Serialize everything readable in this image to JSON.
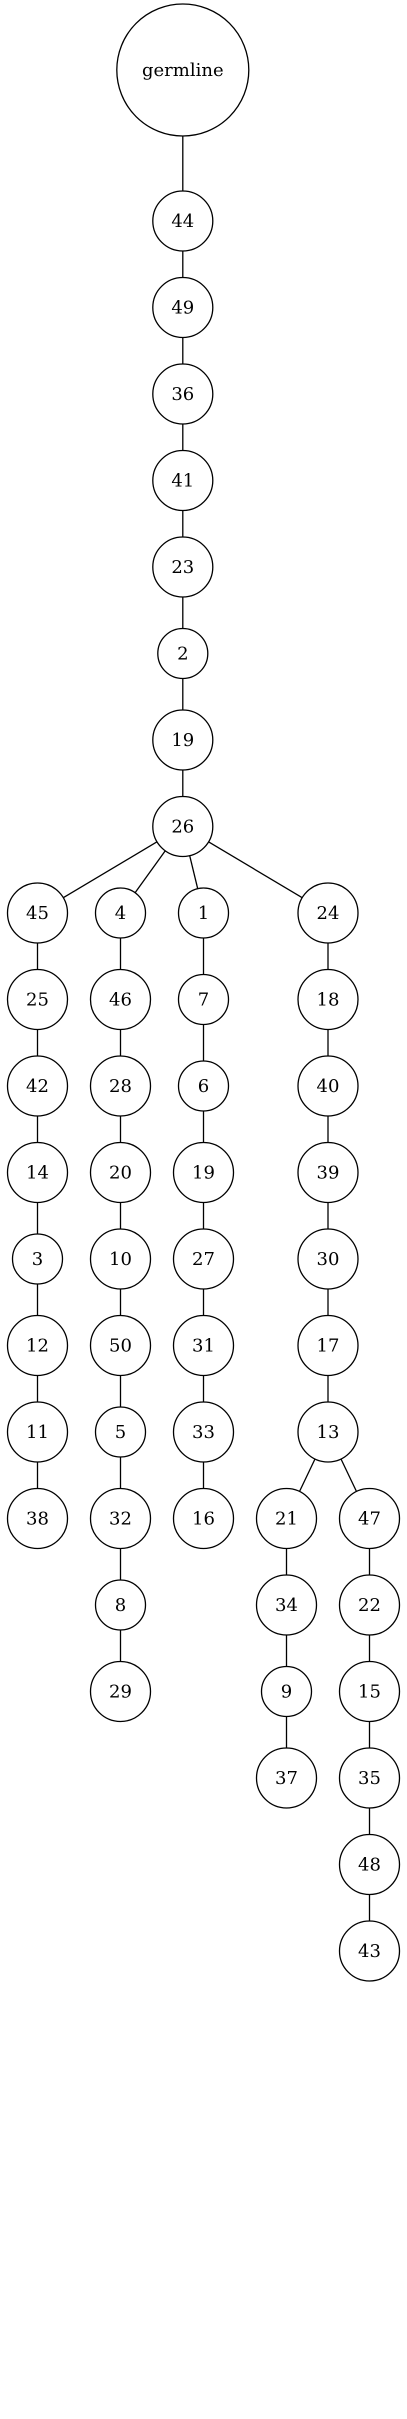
{
  "tree": {
    "root": "germline",
    "colors": {
      "stroke": "#000000",
      "highlight": "#ff0000"
    },
    "nodes": [
      {
        "id": "germline",
        "label": "germline",
        "parent": null
      },
      {
        "id": "n44",
        "label": "44",
        "parent": "germline"
      },
      {
        "id": "n49",
        "label": "49",
        "parent": "n44"
      },
      {
        "id": "n36",
        "label": "36",
        "parent": "n49"
      },
      {
        "id": "n41",
        "label": "41",
        "parent": "n36"
      },
      {
        "id": "n23",
        "label": "23",
        "parent": "n41"
      },
      {
        "id": "n2",
        "label": "2",
        "parent": "n23"
      },
      {
        "id": "n19a",
        "label": "19",
        "parent": "n2"
      },
      {
        "id": "n26",
        "label": "26",
        "parent": "n19a"
      },
      {
        "id": "n45",
        "label": "45",
        "parent": "n26"
      },
      {
        "id": "n4",
        "label": "4",
        "parent": "n26"
      },
      {
        "id": "n1",
        "label": "1",
        "parent": "n26"
      },
      {
        "id": "n24",
        "label": "24",
        "parent": "n26"
      },
      {
        "id": "n25",
        "label": "25",
        "parent": "n45"
      },
      {
        "id": "n42",
        "label": "42",
        "parent": "n25"
      },
      {
        "id": "n14",
        "label": "14",
        "parent": "n42"
      },
      {
        "id": "n3",
        "label": "3",
        "parent": "n14"
      },
      {
        "id": "n12",
        "label": "12",
        "parent": "n3"
      },
      {
        "id": "n11",
        "label": "11",
        "parent": "n12"
      },
      {
        "id": "n38",
        "label": "38",
        "parent": "n11"
      },
      {
        "id": "n46",
        "label": "46",
        "parent": "n4"
      },
      {
        "id": "n28",
        "label": "28",
        "parent": "n46"
      },
      {
        "id": "n20",
        "label": "20",
        "parent": "n28"
      },
      {
        "id": "n10",
        "label": "10",
        "parent": "n20"
      },
      {
        "id": "n50",
        "label": "50",
        "parent": "n10"
      },
      {
        "id": "n5",
        "label": "5",
        "parent": "n50"
      },
      {
        "id": "n32",
        "label": "32",
        "parent": "n5"
      },
      {
        "id": "n8",
        "label": "8",
        "parent": "n32"
      },
      {
        "id": "n29",
        "label": "29",
        "parent": "n8"
      },
      {
        "id": "n7",
        "label": "7",
        "parent": "n1"
      },
      {
        "id": "n6",
        "label": "6",
        "parent": "n7"
      },
      {
        "id": "n19b",
        "label": "19",
        "parent": "n6",
        "highlight": true
      },
      {
        "id": "n27",
        "label": "27",
        "parent": "n19b"
      },
      {
        "id": "n31",
        "label": "31",
        "parent": "n27"
      },
      {
        "id": "n33",
        "label": "33",
        "parent": "n31"
      },
      {
        "id": "n16",
        "label": "16",
        "parent": "n33"
      },
      {
        "id": "n18",
        "label": "18",
        "parent": "n24"
      },
      {
        "id": "n40",
        "label": "40",
        "parent": "n18"
      },
      {
        "id": "n39",
        "label": "39",
        "parent": "n40"
      },
      {
        "id": "n30",
        "label": "30",
        "parent": "n39"
      },
      {
        "id": "n17",
        "label": "17",
        "parent": "n30"
      },
      {
        "id": "n13",
        "label": "13",
        "parent": "n17"
      },
      {
        "id": "n21",
        "label": "21",
        "parent": "n13"
      },
      {
        "id": "n47",
        "label": "47",
        "parent": "n13"
      },
      {
        "id": "n34",
        "label": "34",
        "parent": "n21"
      },
      {
        "id": "n9",
        "label": "9",
        "parent": "n34"
      },
      {
        "id": "n37",
        "label": "37",
        "parent": "n9"
      },
      {
        "id": "n22",
        "label": "22",
        "parent": "n47"
      },
      {
        "id": "n15",
        "label": "15",
        "parent": "n22"
      },
      {
        "id": "n35",
        "label": "35",
        "parent": "n15"
      },
      {
        "id": "n48",
        "label": "48",
        "parent": "n35"
      },
      {
        "id": "n43",
        "label": "43",
        "parent": "n48"
      }
    ]
  }
}
